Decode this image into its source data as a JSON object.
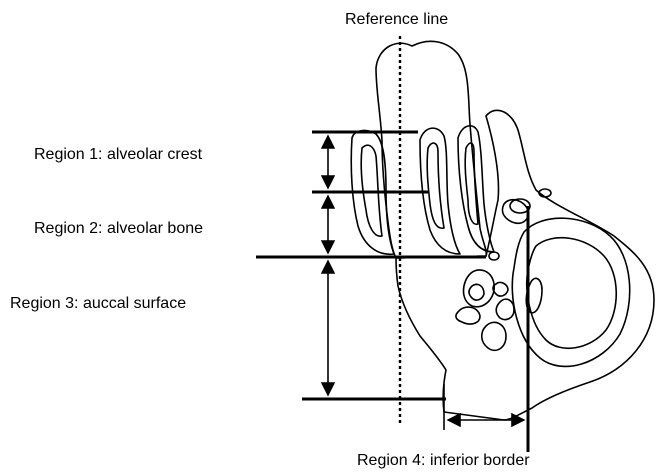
{
  "labels": {
    "reference_line": "Reference line",
    "region1": "Region 1: alveolar crest",
    "region2": "Region 2: alveolar bone",
    "region3": "Region 3: auccal surface",
    "region4": "Region 4: inferior border"
  },
  "colors": {
    "ink": "#000000",
    "background": "#ffffff"
  }
}
